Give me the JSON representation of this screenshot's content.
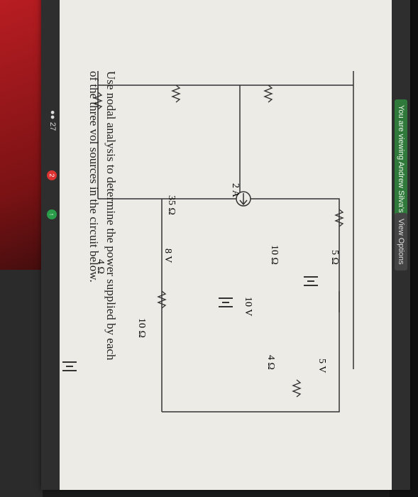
{
  "zoom": {
    "viewing_banner": "You are viewing Andrew Silva's screen",
    "view_options_label": "View Options",
    "participants_count": "27",
    "chat_badge": "2"
  },
  "problem": {
    "text": "Use nodal analysis to determine the power supplied by each of the three vol sources in the circuit below."
  },
  "circuit": {
    "current_source": "2 A",
    "r_35": "35 Ω",
    "r_10_top": "10 Ω",
    "v_8": "8 V",
    "r_4_right": "4 Ω",
    "r_5": "5 Ω",
    "r_10_mid": "10 Ω",
    "v_10": "10 V",
    "v_5": "5 V",
    "r_4_bottom": "4 Ω"
  }
}
